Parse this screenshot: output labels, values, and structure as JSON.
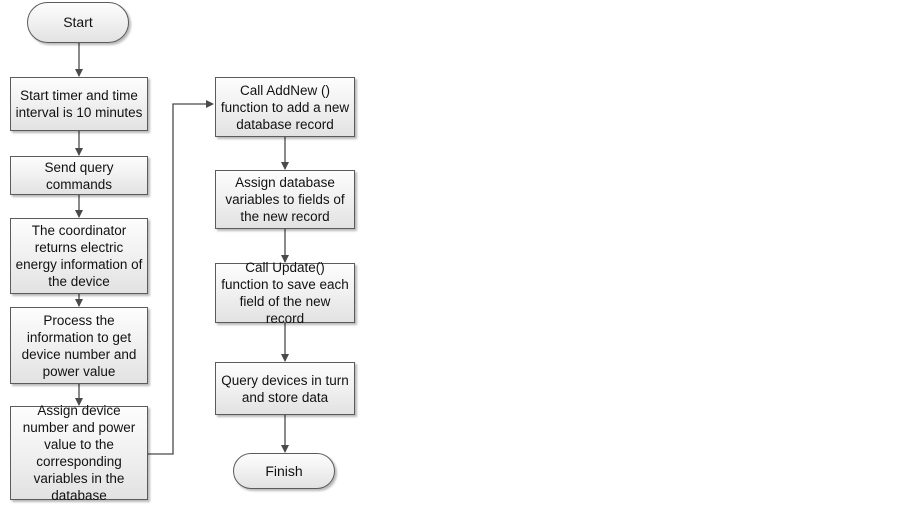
{
  "nodes": {
    "start": "Start",
    "start_timer": "Start timer and time interval is 10 minutes",
    "send_query": "Send query commands",
    "coordinator_returns": "The coordinator returns electric energy information of the device",
    "process_info": "Process the information to get device number and power value",
    "assign_vars": "Assign device number and power value to the corresponding variables in the database",
    "call_addnew": "Call AddNew () function to add a new database record",
    "assign_fields": "Assign database variables to fields of the new record",
    "call_update": "Call Update() function to save each field of the new record",
    "query_devices": "Query devices in turn and store data",
    "finish": "Finish"
  }
}
